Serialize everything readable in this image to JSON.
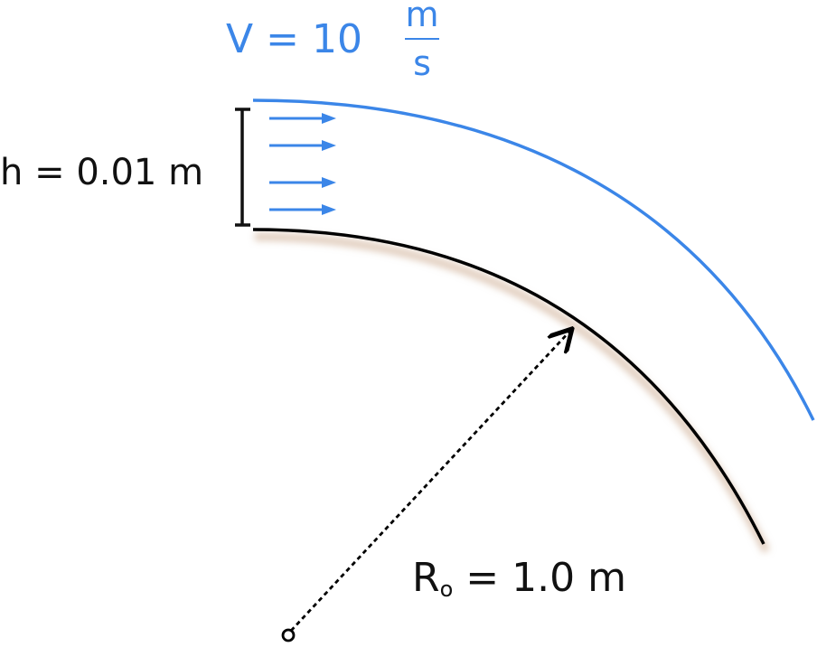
{
  "diagram": {
    "velocity": {
      "symbol": "V",
      "equals": "=",
      "value": "10",
      "unit_numerator": "m",
      "unit_denominator": "s",
      "color": "#3b86e8"
    },
    "height": {
      "symbol": "h",
      "equals": "=",
      "value": "0.01 m"
    },
    "radius": {
      "symbol": "R",
      "subscript": "o",
      "equals": "=",
      "value": "1.0 m"
    },
    "colors": {
      "flow": "#3b86e8",
      "wall": "#000000",
      "shadow": "#c8a486"
    },
    "flow_arrow_count": 4
  }
}
